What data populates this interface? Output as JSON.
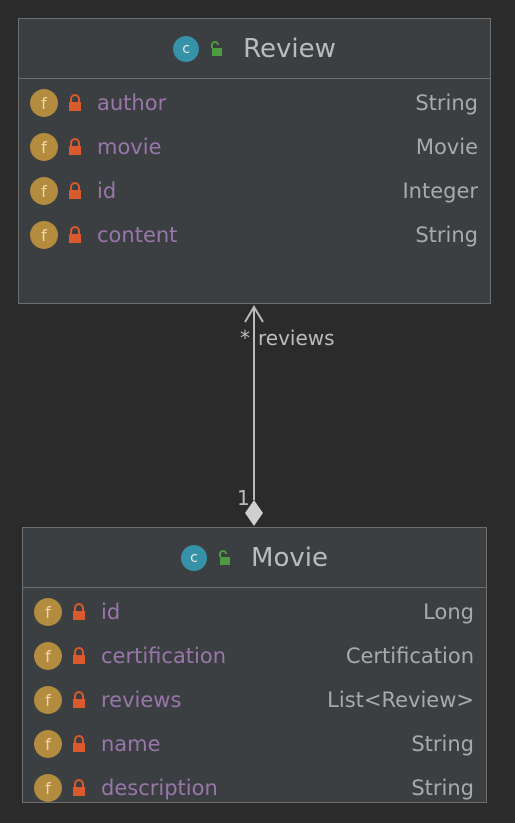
{
  "colors": {
    "background": "#2b2b2b",
    "box_fill": "#3c3f41",
    "box_border": "#6e6e6e",
    "class_icon": "#3592a8",
    "open_lock": "#4e9a40",
    "field_icon": "#b38c3f",
    "private_lock": "#d95a2d",
    "field_name": "#9876aa",
    "type_text": "#a9a9a9",
    "relation_line": "#bbbbbb"
  },
  "review_class": {
    "icon_letter": "c",
    "name": "Review",
    "fields": [
      {
        "icon": "f",
        "name": "author",
        "type": "String"
      },
      {
        "icon": "f",
        "name": "movie",
        "type": "Movie"
      },
      {
        "icon": "f",
        "name": "id",
        "type": "Integer"
      },
      {
        "icon": "f",
        "name": "content",
        "type": "String"
      }
    ]
  },
  "movie_class": {
    "icon_letter": "c",
    "name": "Movie",
    "fields": [
      {
        "icon": "f",
        "name": "id",
        "type": "Long"
      },
      {
        "icon": "f",
        "name": "certification",
        "type": "Certification"
      },
      {
        "icon": "f",
        "name": "reviews",
        "type": "List<Review>"
      },
      {
        "icon": "f",
        "name": "name",
        "type": "String"
      },
      {
        "icon": "f",
        "name": "description",
        "type": "String"
      }
    ]
  },
  "relation": {
    "target_multiplicity": "*",
    "role": "reviews",
    "source_multiplicity": "1",
    "kind": "composition"
  }
}
